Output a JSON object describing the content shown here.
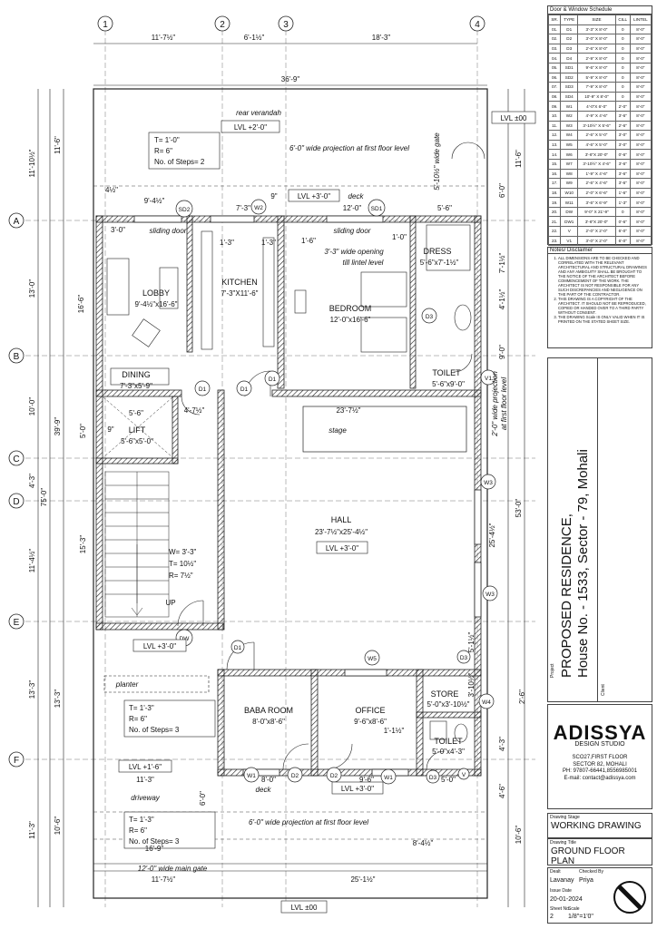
{
  "grid": {
    "columns": [
      "1",
      "2",
      "3",
      "4"
    ],
    "rows": [
      "A",
      "B",
      "C",
      "D",
      "E",
      "F"
    ]
  },
  "dims": {
    "top_segments": [
      "11'-7½\"",
      "6'-1½\"",
      "18'-3\""
    ],
    "overall_width": "36'-9\"",
    "left_segments": [
      "11'-10½\"",
      "13'-0\"",
      "10'-0\"",
      "4'-3\"",
      "11'-4½\"",
      "13'-3\"",
      "11'-3\""
    ],
    "left_overall": "75'-0\"",
    "left_inner": [
      "11'-6\"",
      "16'-6\"",
      "39'-9\"",
      "5'-0\"",
      "15'-3\"",
      "13'-3\"",
      "10'-6\""
    ],
    "right_segments": [
      "11'-6\"",
      "6'-0\"",
      "7'-1½\"",
      "4'-1½\"",
      "9'-0\"",
      "25'-4½\"",
      "53'-0\"",
      "5'-1½\"",
      "3'-10½\"",
      "4'-3\"",
      "4'-6\"",
      "10'-6\""
    ],
    "bottom_segments": [
      "11'-7½\"",
      "25'-1½\""
    ],
    "misc": [
      "9'-4½\"",
      "4½\"",
      "7'-3\"",
      "9\"",
      "12'-0\"",
      "5'-6\"",
      "3'-0\"",
      "1'-3\"",
      "1'-3\"",
      "1'-6\"",
      "1'-0\"",
      "23'-7½\"",
      "4'-7½\"",
      "5'-6\"",
      "9\"",
      "16'-9\"",
      "8'-4½\"",
      "11'-3\"",
      "8'-0\"",
      "9'-6\"",
      "5'-0\"",
      "2'-6\"",
      "6'-0\"",
      "1'-1½\""
    ]
  },
  "rooms": {
    "lobby": {
      "name": "LOBBY",
      "size": "9'-4½\"x16'-6\""
    },
    "kitchen": {
      "name": "KITCHEN",
      "size": "7'-3\"X11'-6\""
    },
    "bedroom": {
      "name": "BEDROOM",
      "size": "12'-0\"x16'-6\""
    },
    "dress": {
      "name": "DRESS",
      "size": "5'-6\"x7'-1½\""
    },
    "toilet1": {
      "name": "TOILET",
      "size": "5'-6\"x9'-0\""
    },
    "dining": {
      "name": "DINING",
      "size": "7'-3\"x5'-9\""
    },
    "lift": {
      "name": "LIFT",
      "size": "5'-6\"x5'-0\""
    },
    "hall": {
      "name": "HALL",
      "size": "23'-7½\"x25'-4½\""
    },
    "baba": {
      "name": "BABA ROOM",
      "size": "8'-0\"x8'-6\""
    },
    "office": {
      "name": "OFFICE",
      "size": "9'-6\"x8'-6\""
    },
    "store": {
      "name": "STORE",
      "size": "5'-0\"x3'-10½\""
    },
    "toilet2": {
      "name": "TOILET",
      "size": "5'-0\"x4'-3\""
    }
  },
  "labels": {
    "rear_verandah": "rear verandah",
    "lvl_2": "LVL +2'-0\"",
    "projection_top": "6'-0\" wide projection at first floor level",
    "wide_gate": "5'-10½\" wide gate",
    "lvl_00_top": "LVL ±00",
    "steps_top": [
      "T= 1'-0\"",
      "R= 6\"",
      "No. of Steps= 2"
    ],
    "lvl_3_deck": "LVL +3'-0\"",
    "deck": "deck",
    "sliding_door_1": "sliding door",
    "sliding_door_2": "sliding door",
    "opening": "3'-3\" wide opening",
    "opening2": "till lintel level",
    "stage": "stage",
    "proj_right_1": "2'-0\" wide projection",
    "proj_right_2": "at first floor level",
    "stair_spec": [
      "W= 3'-3\"",
      "T= 10½\"",
      "R= 7½\""
    ],
    "up": "UP",
    "lvl_hall": "LVL +3'-0\"",
    "lvl_left": "LVL +3'-0\"",
    "planter": "planter",
    "steps_mid": [
      "T= 1'-3\"",
      "R= 6\"",
      "No. of Steps= 3"
    ],
    "lvl_16": "LVL +1'-6\"",
    "driveway": "driveway",
    "deck_bottom": "deck",
    "lvl_3_bottom": "LVL +3'-0\"",
    "steps_bottom": [
      "T= 1'-3\"",
      "R= 6\"",
      "No. of Steps= 3"
    ],
    "projection_bottom": "6'-0\" wide projection at first floor level",
    "main_gate": "12'-0\" wide main gate",
    "lvl_00_bottom": "LVL ±00"
  },
  "tags": [
    "SD2",
    "W2",
    "SD1",
    "D3",
    "V1",
    "D1",
    "D1",
    "D1",
    "W3",
    "W3",
    "D3",
    "W4",
    "W5",
    "DW",
    "D1",
    "D2",
    "D2",
    "W1",
    "W1",
    "D3",
    "V"
  ],
  "schedule": {
    "title": "Door & Window Schedule",
    "headers": [
      "SR.",
      "TYPE",
      "SIZE",
      "CILL",
      "LINTEL"
    ],
    "rows": [
      [
        "01.",
        "D1",
        "3'-3\" X 8'-0\"",
        "0",
        "8'-0\""
      ],
      [
        "02.",
        "D2",
        "3'-0\" X 8'-0\"",
        "0",
        "8'-0\""
      ],
      [
        "03.",
        "D3",
        "2'-6\" X 8'-0\"",
        "0",
        "8'-0\""
      ],
      [
        "04.",
        "D4",
        "2'-9\" X 8'-0\"",
        "0",
        "8'-0\""
      ],
      [
        "05.",
        "SD1",
        "9'-6\" X 8'-0\"",
        "0",
        "8'-0\""
      ],
      [
        "06.",
        "SD2",
        "5'-9\" X 8'-0\"",
        "0",
        "8'-0\""
      ],
      [
        "07.",
        "SD3",
        "7'-9\" X 8'-0\"",
        "0",
        "8'-0\""
      ],
      [
        "08.",
        "SD4",
        "10'-9\" X 8'-0\"",
        "0",
        "8'-0\""
      ],
      [
        "09.",
        "W1",
        "4'-0\"X 6'-0\"",
        "2'-0\"",
        "8'-0\""
      ],
      [
        "10.",
        "W2",
        "4'-9\" X 4'-6\"",
        "3'-6\"",
        "8'-0\""
      ],
      [
        "11.",
        "W3",
        "3'-10½\" X 5'-6\"",
        "2'-6\"",
        "8'-0\""
      ],
      [
        "12.",
        "W4",
        "2'-6\" X 5'-0\"",
        "3'-0\"",
        "8'-0\""
      ],
      [
        "13.",
        "W5",
        "4'-6\" X 5'-0\"",
        "3'-0\"",
        "8'-0\""
      ],
      [
        "14.",
        "W6",
        "3'-6\"X 20'-0\"",
        "0'-6\"",
        "8'-0\""
      ],
      [
        "15.",
        "W7",
        "3'-10½\" X 4'-6\"",
        "3'-6\"",
        "8'-0\""
      ],
      [
        "16.",
        "W8",
        "1'-9\" X 4'-6\"",
        "3'-6\"",
        "8'-0\""
      ],
      [
        "17.",
        "W9",
        "2'-6\" X 4'-6\"",
        "3'-6\"",
        "8'-0\""
      ],
      [
        "18.",
        "W10",
        "2'-0\" X 6'-6\"",
        "1'-6\"",
        "8'-0\""
      ],
      [
        "19.",
        "W11",
        "3'-6\" X 6'-9\"",
        "1'-3\"",
        "8'-0\""
      ],
      [
        "20.",
        "DW",
        "9'-0\" X 21'-9\"",
        "0",
        "8'-0\""
      ],
      [
        "21.",
        "DW1",
        "3'-6\"X 20'-0\"",
        "0'-6\"",
        "8'-0\""
      ],
      [
        "22.",
        "V",
        "2'-0\" X 2'-0\"",
        "6'-0\"",
        "8'-0\""
      ],
      [
        "23.",
        "V1",
        "3'-0\" X 2'-0\"",
        "6'-0\"",
        "8'-0\""
      ]
    ]
  },
  "notes": {
    "title": "Notes/ Disclaimer",
    "items": [
      "ALL DIMENSIONS ARE TO BE CHECKED AND CORRELATED WITH THE RELEVANT ARCHITECTURAL AND STRUCTURAL DRAWINGS AND ANY AMBIGUITY SHALL BE BROUGHT TO THE NOTICE OF THE ARCHITECT BEFORE COMMENCEMENT OF THE WORK. THE ARCHITECT IS NOT RESPONSIBLE FOR ANY SUCH DISCREPANCIES AND NEGLIGENCE ON THE PART OF THE CONTRACTOR.",
      "THIS DRAWING IS A COPYRIGHT OF THE ARCHITECT. IT SHOULD NOT BE REPRODUCED, COPIED OR HANDED OVER TO A THIRD PARTY WITHOUT CONSENT.",
      "THE DRAWING Scale IS ONLY VALID WHEN IT IS PRINTED ON THE STATED SHEET SIZE."
    ]
  },
  "project": {
    "project_label": "Project",
    "client_label": "Client",
    "line1": "PROPOSED RESIDENCE,",
    "line2": "House No. - 1533, Sector - 79, Mohali"
  },
  "studio": {
    "name": "ADISSYA",
    "sub": "DESIGN STUDIO",
    "address": [
      "SCO27,FIRST FLOOR",
      "SECTOR 82, MOHALI",
      "PH: 97807-66441,8556985001",
      "E-mail: contact@adissya.com"
    ]
  },
  "titleblock": {
    "stage_label": "Drawing Stage",
    "stage": "WORKING DRAWING",
    "title_label": "Drawing Title",
    "title": "GROUND FLOOR PLAN",
    "dealt_label": "Dealt",
    "dealt": "Lavanay",
    "checked_label": "Checked By",
    "checked": "Priya",
    "issue_label": "Issue Date",
    "issue": "20-01-2024",
    "sheet_label": "Sheet No.",
    "sheet": "2",
    "scale_label": "Scale",
    "scale": "1/8\"=1'0\""
  }
}
